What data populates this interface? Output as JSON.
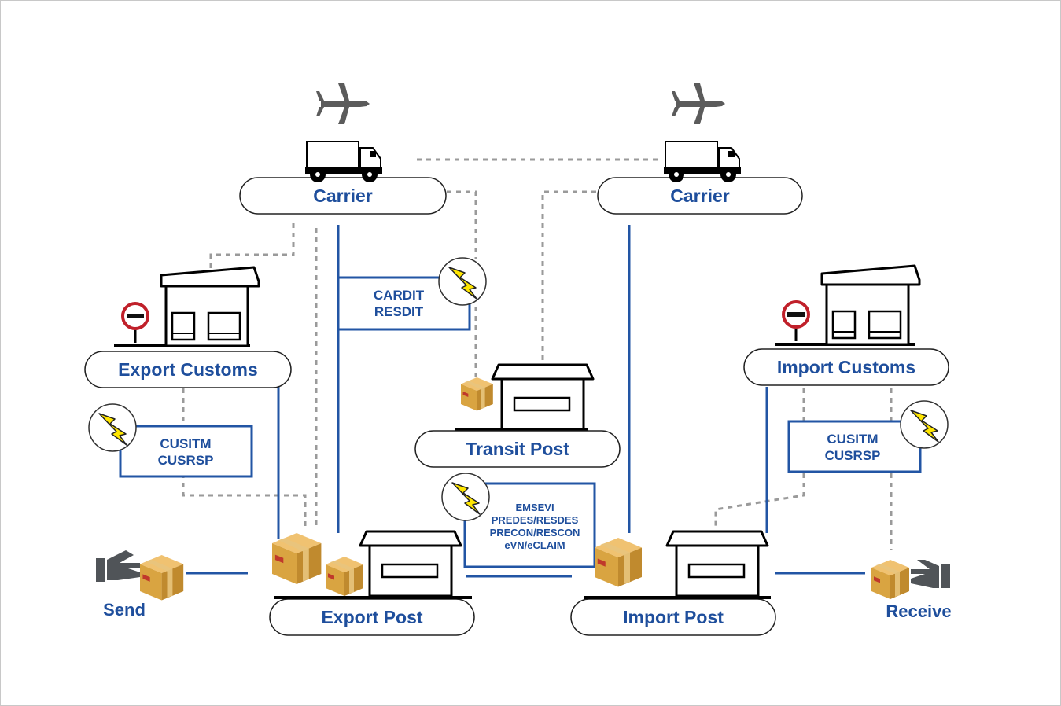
{
  "nodes": {
    "carrier_left": "Carrier",
    "carrier_right": "Carrier",
    "export_customs": "Export Customs",
    "import_customs": "Import Customs",
    "transit_post": "Transit Post",
    "export_post": "Export Post",
    "import_post": "Import Post"
  },
  "messages": {
    "carrier": [
      "CARDIT",
      "RESDIT"
    ],
    "export_customs": [
      "CUSITM",
      "CUSRSP"
    ],
    "import_customs": [
      "CUSITM",
      "CUSRSP"
    ],
    "post_to_post": [
      "EMSEVI",
      "PREDES/RESDES",
      "PRECON/RESCON",
      "eVN/eCLAIM"
    ]
  },
  "actions": {
    "send": "Send",
    "receive": "Receive"
  },
  "icons": {
    "transport": [
      "airplane-icon",
      "truck-icon"
    ],
    "customs": [
      "no-entry-sign-icon",
      "warehouse-icon"
    ],
    "post": [
      "post-office-icon",
      "parcel-icon"
    ],
    "message": "lightning-bolt-icon",
    "hands": [
      "giving-hand-icon",
      "receiving-hand-icon"
    ]
  },
  "colors": {
    "label_blue": "#1e4e9c",
    "line_blue": "#2255a4",
    "dashed_gray": "#9a9a9a",
    "bolt_yellow": "#ffe600",
    "parcel_tan": "#d9a441"
  }
}
